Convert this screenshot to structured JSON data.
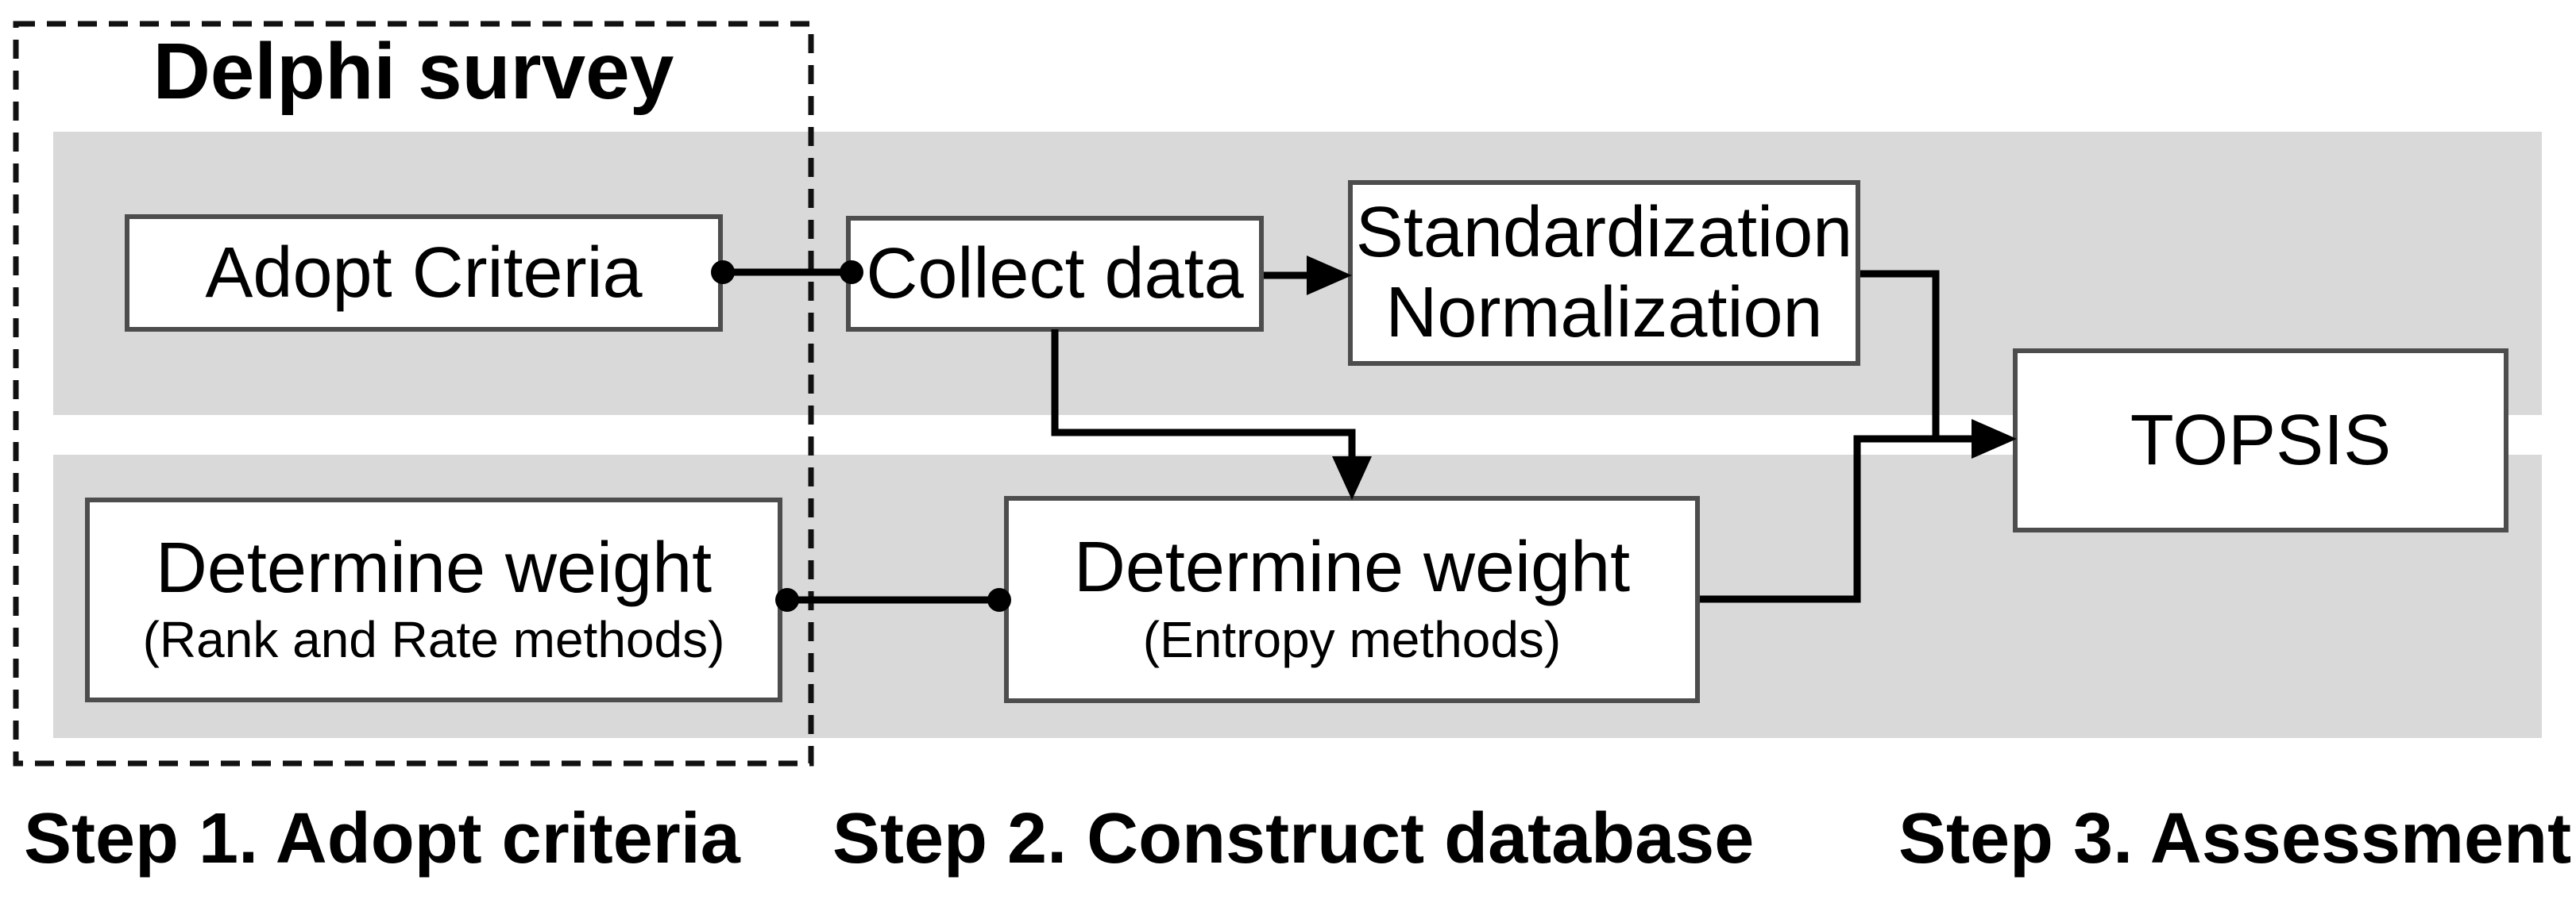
{
  "diagram": {
    "group": {
      "label": "Delphi survey"
    },
    "nodes": {
      "adopt": {
        "label": "Adopt Criteria"
      },
      "collect": {
        "label": "Collect data"
      },
      "standardization": {
        "line1": "Standardization",
        "line2": "Normalization"
      },
      "rank_rate": {
        "label": "Determine weight",
        "sublabel": "(Rank and Rate methods)"
      },
      "entropy": {
        "label": "Determine weight",
        "sublabel": "(Entropy methods)"
      },
      "topsis": {
        "label": "TOPSIS"
      }
    },
    "steps": [
      {
        "label": "Step 1. Adopt criteria"
      },
      {
        "label": "Step 2. Construct database"
      },
      {
        "label": "Step 3. Assessment"
      }
    ],
    "colors": {
      "band": "#d9d9d9",
      "box_border": "#4d4d4d",
      "line": "#000000",
      "text": "#000000",
      "background": "#ffffff"
    }
  }
}
